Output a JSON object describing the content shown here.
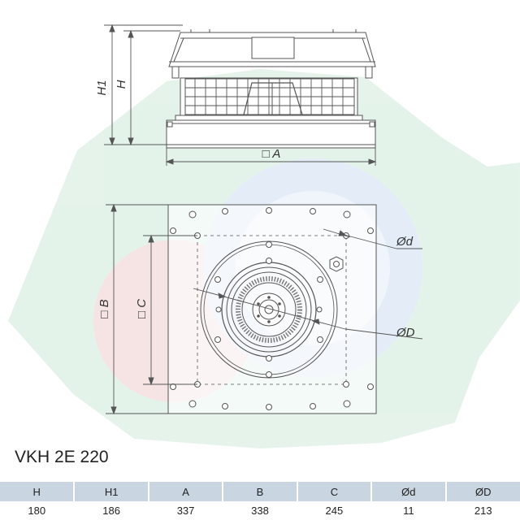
{
  "model": "VKH 2E 220",
  "dimension_labels": {
    "H1": "H1",
    "H": "H",
    "A": "□ A",
    "B": "□ B",
    "C": "□ C",
    "d": "Ød",
    "D": "ØD"
  },
  "table": {
    "headers": [
      "H",
      "H1",
      "A",
      "B",
      "C",
      "Ød",
      "ØD"
    ],
    "values": [
      "180",
      "186",
      "337",
      "338",
      "245",
      "11",
      "213"
    ]
  },
  "colors": {
    "line": "#555555",
    "header_bg": "#c9d5e1",
    "watermark_green": "#dcefe3",
    "watermark_red": "#f5dede",
    "watermark_blue": "#dde8f5"
  }
}
